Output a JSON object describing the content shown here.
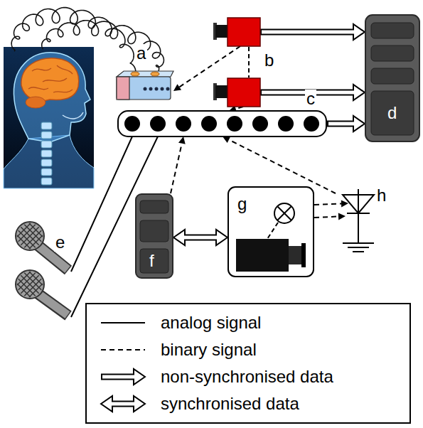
{
  "diagram": {
    "nodes": [
      {
        "text": [
          "a"
        ]
      },
      {
        "text": [
          "b"
        ]
      },
      {
        "text": [
          "c"
        ]
      },
      {
        "text": [
          "d"
        ]
      },
      {
        "text": [
          "e"
        ]
      },
      {
        "text": [
          "f"
        ]
      },
      {
        "text": [
          "g"
        ]
      },
      {
        "text": [
          "h"
        ]
      }
    ],
    "edges": [
      {
        "from": 1,
        "to": 0,
        "arrow": "to"
      },
      {
        "from": 1,
        "to": 3,
        "arrow": "to"
      },
      {
        "from": 1,
        "to": 3,
        "arrow": "to"
      },
      {
        "from": 1,
        "to": 2,
        "arrow": "to"
      },
      {
        "from": 2,
        "to": 3,
        "arrow": "to"
      },
      {
        "from": 4,
        "to": 2,
        "arrow": "none"
      },
      {
        "from": 4,
        "to": 2,
        "arrow": "none"
      },
      {
        "from": 5,
        "to": 2,
        "arrow": "to"
      },
      {
        "from": 5,
        "to": 6,
        "arrow": "both"
      },
      {
        "from": 6,
        "to": 7,
        "arrow": "to"
      },
      {
        "from": 6,
        "to": 7,
        "arrow": "to"
      },
      {
        "from": 7,
        "to": 2,
        "arrow": "to"
      }
    ],
    "legend": [
      {
        "text": "analog signal"
      },
      {
        "text": "binary signal"
      },
      {
        "text": "non-synchronised data"
      },
      {
        "text": "synchronised data"
      }
    ]
  }
}
